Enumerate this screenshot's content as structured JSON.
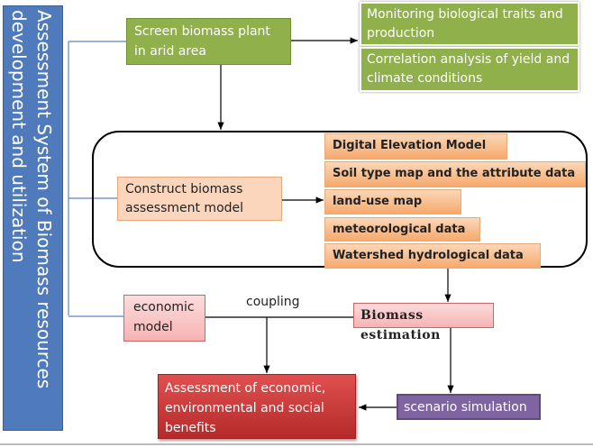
{
  "title": [
    "Assessment System of Biomass resources",
    "development and utilization"
  ],
  "screen_box": "Screen biomass plant in arid area",
  "right_boxes": [
    "Monitoring  biological traits and production",
    "Correlation analysis  of yield and climate conditions"
  ],
  "construct_box": "Construct biomass assessment model",
  "data_layers": [
    "Digital Elevation Model",
    "Soil type map and the attribute data",
    "land-use map",
    "meteorological data",
    "Watershed hydrological data"
  ],
  "economic_model": "economic model",
  "coupling": "coupling",
  "biomass_estimation": "Biomass estimation",
  "assessment_box": "Assessment of economic, environmental and social benefits",
  "scenario_box": "scenario simulation",
  "colors": {
    "blue": "#4f7bbd",
    "green": "#8fb04a",
    "orange": "#f6a96c",
    "red": "#c03535",
    "purple": "#8064a2"
  }
}
